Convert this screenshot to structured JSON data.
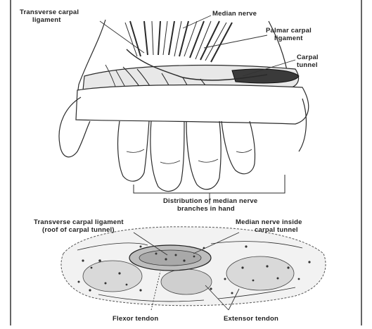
{
  "labels": {
    "transverse_carpal_ligament": [
      "Transverse carpal",
      "ligament"
    ],
    "median_nerve": "Median nerve",
    "palmar_carpal_ligament": [
      "Palmar carpal",
      "ligament"
    ],
    "carpal_tunnel": [
      "Carpal",
      "tunnel"
    ],
    "distribution_median_nerve": [
      "Distribution of median nerve",
      "branches in hand"
    ],
    "transverse_carpal_ligament_roof": [
      "Transverse carpal ligament",
      "(roof of carpal tunnel)"
    ],
    "median_nerve_inside": [
      "Median nerve inside",
      "carpal tunnel"
    ],
    "flexor_tendon": "Flexor tendon",
    "extensor_tendon": "Extensor tendon"
  }
}
